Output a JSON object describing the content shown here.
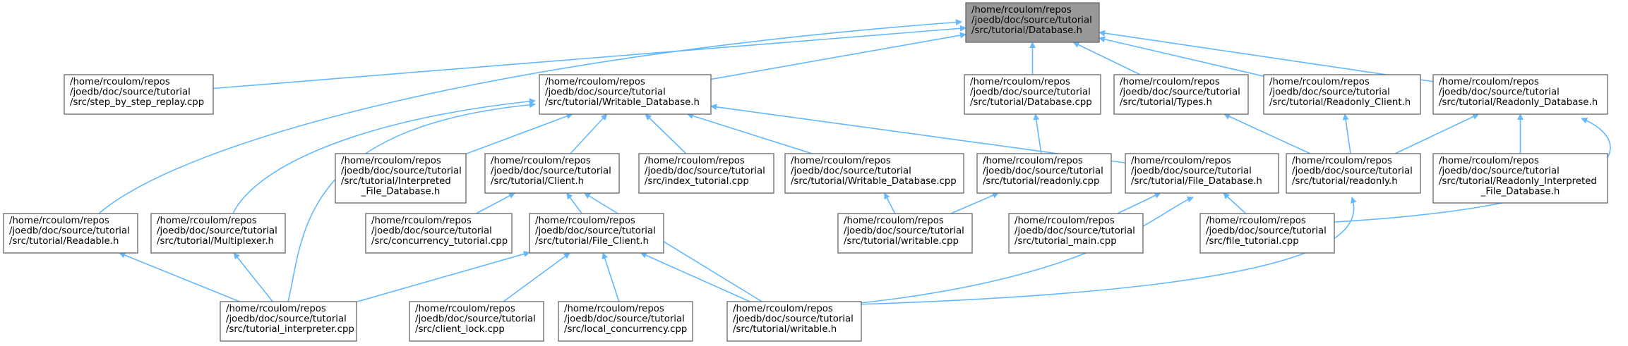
{
  "nodes": [
    {
      "id": "database_h",
      "root": true,
      "lines": [
        "/home/rcoulom/repos",
        "/joedb/doc/source/tutorial",
        "/src/tutorial/Database.h"
      ]
    },
    {
      "id": "step_by_step_replay_cpp",
      "lines": [
        "/home/rcoulom/repos",
        "/joedb/doc/source/tutorial",
        "/src/step_by_step_replay.cpp"
      ]
    },
    {
      "id": "writable_database_h",
      "lines": [
        "/home/rcoulom/repos",
        "/joedb/doc/source/tutorial",
        "/src/tutorial/Writable_Database.h"
      ]
    },
    {
      "id": "database_cpp",
      "lines": [
        "/home/rcoulom/repos",
        "/joedb/doc/source/tutorial",
        "/src/tutorial/Database.cpp"
      ]
    },
    {
      "id": "types_h",
      "lines": [
        "/home/rcoulom/repos",
        "/joedb/doc/source/tutorial",
        "/src/tutorial/Types.h"
      ]
    },
    {
      "id": "readonly_client_h",
      "lines": [
        "/home/rcoulom/repos",
        "/joedb/doc/source/tutorial",
        "/src/tutorial/Readonly_Client.h"
      ]
    },
    {
      "id": "readonly_database_h",
      "lines": [
        "/home/rcoulom/repos",
        "/joedb/doc/source/tutorial",
        "/src/tutorial/Readonly_Database.h"
      ]
    },
    {
      "id": "interpreted_file_database_h",
      "lines": [
        "/home/rcoulom/repos",
        "/joedb/doc/source/tutorial",
        "/src/tutorial/Interpreted",
        "_File_Database.h"
      ]
    },
    {
      "id": "client_h",
      "lines": [
        "/home/rcoulom/repos",
        "/joedb/doc/source/tutorial",
        "/src/tutorial/Client.h"
      ]
    },
    {
      "id": "index_tutorial_cpp",
      "lines": [
        "/home/rcoulom/repos",
        "/joedb/doc/source/tutorial",
        "/src/index_tutorial.cpp"
      ]
    },
    {
      "id": "writable_database_cpp",
      "lines": [
        "/home/rcoulom/repos",
        "/joedb/doc/source/tutorial",
        "/src/tutorial/Writable_Database.cpp"
      ]
    },
    {
      "id": "readonly_cpp",
      "lines": [
        "/home/rcoulom/repos",
        "/joedb/doc/source/tutorial",
        "/src/tutorial/readonly.cpp"
      ]
    },
    {
      "id": "file_database_h",
      "lines": [
        "/home/rcoulom/repos",
        "/joedb/doc/source/tutorial",
        "/src/tutorial/File_Database.h"
      ]
    },
    {
      "id": "readonly_h",
      "lines": [
        "/home/rcoulom/repos",
        "/joedb/doc/source/tutorial",
        "/src/tutorial/readonly.h"
      ]
    },
    {
      "id": "readonly_interpreted_file_database_h",
      "lines": [
        "/home/rcoulom/repos",
        "/joedb/doc/source/tutorial",
        "/src/tutorial/Readonly_Interpreted",
        "_File_Database.h"
      ]
    },
    {
      "id": "readable_h",
      "lines": [
        "/home/rcoulom/repos",
        "/joedb/doc/source/tutorial",
        "/src/tutorial/Readable.h"
      ]
    },
    {
      "id": "multiplexer_h",
      "lines": [
        "/home/rcoulom/repos",
        "/joedb/doc/source/tutorial",
        "/src/tutorial/Multiplexer.h"
      ]
    },
    {
      "id": "concurrency_tutorial_cpp",
      "lines": [
        "/home/rcoulom/repos",
        "/joedb/doc/source/tutorial",
        "/src/concurrency_tutorial.cpp"
      ]
    },
    {
      "id": "file_client_h",
      "lines": [
        "/home/rcoulom/repos",
        "/joedb/doc/source/tutorial",
        "/src/tutorial/File_Client.h"
      ]
    },
    {
      "id": "writable_cpp",
      "lines": [
        "/home/rcoulom/repos",
        "/joedb/doc/source/tutorial",
        "/src/tutorial/writable.cpp"
      ]
    },
    {
      "id": "tutorial_main_cpp",
      "lines": [
        "/home/rcoulom/repos",
        "/joedb/doc/source/tutorial",
        "/src/tutorial_main.cpp"
      ]
    },
    {
      "id": "file_tutorial_cpp",
      "lines": [
        "/home/rcoulom/repos",
        "/joedb/doc/source/tutorial",
        "/src/file_tutorial.cpp"
      ]
    },
    {
      "id": "tutorial_interpreter_cpp",
      "lines": [
        "/home/rcoulom/repos",
        "/joedb/doc/source/tutorial",
        "/src/tutorial_interpreter.cpp"
      ]
    },
    {
      "id": "client_lock_cpp",
      "lines": [
        "/home/rcoulom/repos",
        "/joedb/doc/source/tutorial",
        "/src/client_lock.cpp"
      ]
    },
    {
      "id": "local_concurrency_cpp",
      "lines": [
        "/home/rcoulom/repos",
        "/joedb/doc/source/tutorial",
        "/src/local_concurrency.cpp"
      ]
    },
    {
      "id": "writable_h",
      "lines": [
        "/home/rcoulom/repos",
        "/joedb/doc/source/tutorial",
        "/src/tutorial/writable.h"
      ]
    }
  ],
  "edges": [
    [
      "step_by_step_replay_cpp",
      "database_h"
    ],
    [
      "writable_database_h",
      "database_h"
    ],
    [
      "database_cpp",
      "database_h"
    ],
    [
      "types_h",
      "database_h"
    ],
    [
      "readonly_client_h",
      "database_h"
    ],
    [
      "readonly_database_h",
      "database_h"
    ],
    [
      "readable_h",
      "database_h"
    ],
    [
      "interpreted_file_database_h",
      "writable_database_h"
    ],
    [
      "client_h",
      "writable_database_h"
    ],
    [
      "index_tutorial_cpp",
      "writable_database_h"
    ],
    [
      "writable_database_cpp",
      "writable_database_h"
    ],
    [
      "file_database_h",
      "writable_database_h"
    ],
    [
      "multiplexer_h",
      "writable_database_h"
    ],
    [
      "tutorial_interpreter_cpp",
      "writable_database_h"
    ],
    [
      "readonly_cpp",
      "database_cpp"
    ],
    [
      "readonly_h",
      "types_h"
    ],
    [
      "readonly_h",
      "readonly_client_h"
    ],
    [
      "readonly_h",
      "readonly_database_h"
    ],
    [
      "readonly_interpreted_file_database_h",
      "readonly_database_h"
    ],
    [
      "file_tutorial_cpp",
      "readonly_database_h"
    ],
    [
      "concurrency_tutorial_cpp",
      "client_h"
    ],
    [
      "file_client_h",
      "client_h"
    ],
    [
      "writable_h",
      "client_h"
    ],
    [
      "writable_cpp",
      "writable_database_cpp"
    ],
    [
      "writable_cpp",
      "readonly_cpp"
    ],
    [
      "tutorial_main_cpp",
      "file_database_h"
    ],
    [
      "file_tutorial_cpp",
      "file_database_h"
    ],
    [
      "writable_h",
      "file_database_h"
    ],
    [
      "writable_h",
      "readonly_h"
    ],
    [
      "tutorial_interpreter_cpp",
      "readable_h"
    ],
    [
      "tutorial_interpreter_cpp",
      "multiplexer_h"
    ],
    [
      "tutorial_interpreter_cpp",
      "file_client_h"
    ],
    [
      "client_lock_cpp",
      "file_client_h"
    ],
    [
      "local_concurrency_cpp",
      "file_client_h"
    ],
    [
      "writable_h",
      "file_client_h"
    ]
  ]
}
